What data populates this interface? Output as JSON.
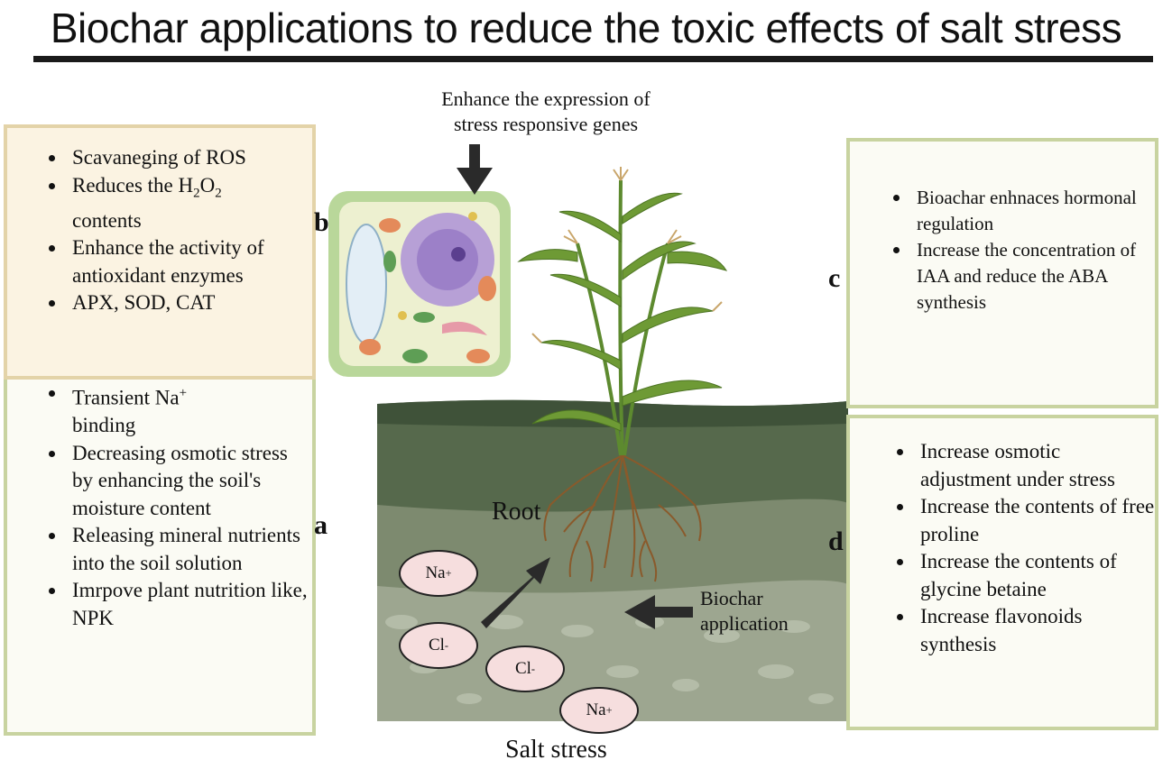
{
  "title": "Biochar applications to reduce the toxic effects of  salt stress",
  "panel_b": {
    "letter": "b",
    "items": [
      "Scavaneging of ROS",
      "Reduces the H2O2 contents",
      "Enhance the activity of antioxidant enzymes",
      "APX, SOD, CAT"
    ],
    "item1_prefix": "Reduces the H",
    "item1_sub1": "2",
    "item1_mid": "O",
    "item1_sub2": "2",
    "item1_suffix": "contents"
  },
  "panel_a": {
    "letter": "a",
    "item0_prefix": "Transient Na",
    "item0_sup": "+",
    "item0_suffix": "binding",
    "items": [
      "Decreasing osmotic stress by enhancing the soil's moisture content",
      "Releasing mineral nutrients into the soil solution",
      "Imrpove plant nutrition like, NPK"
    ]
  },
  "panel_c": {
    "letter": "c",
    "items": [
      "Bioachar enhnaces hormonal regulation",
      "Increase the concentration of IAA and reduce the ABA synthesis"
    ]
  },
  "panel_d": {
    "letter": "d",
    "items": [
      "Increase osmotic adjustment under stress",
      "Increase the contents of free proline",
      "Increase the contents of glycine betaine",
      "Increase flavonoids synthesis"
    ]
  },
  "gene_label": "Enhance the expression of stress responsive genes",
  "gene_label_line1": "Enhance the expression of",
  "gene_label_line2": "stress responsive genes",
  "root_label": "Root",
  "biochar_label_line1": "Biochar",
  "biochar_label_line2": "application",
  "salt_label": "Salt stress",
  "ions": [
    {
      "base": "Na",
      "sup": "+"
    },
    {
      "base": "Cl",
      "sup": "-"
    },
    {
      "base": "Cl",
      "sup": "-"
    },
    {
      "base": "Na",
      "sup": "+"
    }
  ],
  "colors": {
    "box_border_green": "#c8d3a0",
    "box_border_tan": "#e3d3a8",
    "soil_top": "#4f6446",
    "soil_mid": "#7a886b",
    "soil_low": "#a3ab94",
    "ion_fill": "#f6dede",
    "cell_wall": "#b9d79a"
  }
}
